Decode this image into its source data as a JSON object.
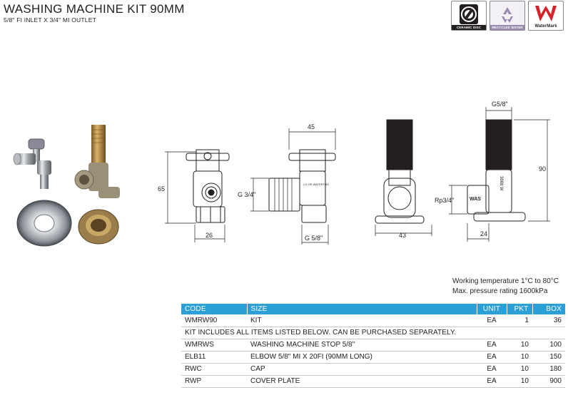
{
  "header": {
    "title": "WASHING MACHINE KIT 90MM",
    "subtitle": "5/8\" FI INLET X 3/4\" MI OUTLET"
  },
  "badges": [
    {
      "label": "CERAMIC DISC",
      "icon": "ceramic-disc-icon"
    },
    {
      "label": "RECYCLED WATER",
      "icon": "recycle-icon"
    },
    {
      "label": "WaterMark",
      "icon": "watermark-icon"
    }
  ],
  "drawing_labels": {
    "height_65": "65",
    "width_26": "26",
    "g_3_4": "G 3/4\"",
    "width_45": "45",
    "g_5_8": "G 5/8\"",
    "width_43": "43",
    "g5_8_top": "G5/8\"",
    "height_90": "90",
    "rp3_4": "Rp3/4\"",
    "width_24": "24",
    "engrave_was": "WAS",
    "engrave_side": "3888 W",
    "engrave_stop": "LO OR WATERTMS"
  },
  "specs": {
    "temperature": "Working temperature 1°C to 80°C",
    "pressure": "Max. pressure rating 1600kPa"
  },
  "table": {
    "headers": {
      "code": "CODE",
      "size": "SIZE",
      "unit": "UNIT",
      "pkt": "PKT",
      "box": "BOX"
    },
    "main": {
      "code": "WMRW90",
      "size": "KIT",
      "unit": "EA",
      "pkt": "1",
      "box": "36"
    },
    "note": "KIT INCLUDES ALL ITEMS LISTED BELOW. CAN BE PURCHASED SEPARATELY.",
    "rows": [
      {
        "code": "WMRWS",
        "size": "WASHING MACHINE STOP 5/8\"",
        "unit": "EA",
        "pkt": "10",
        "box": "100"
      },
      {
        "code": "ELB11",
        "size": "ELBOW 5/8\" MI X 20FI (90MM LONG)",
        "unit": "EA",
        "pkt": "10",
        "box": "150"
      },
      {
        "code": "RWC",
        "size": "CAP",
        "unit": "EA",
        "pkt": "10",
        "box": "180"
      },
      {
        "code": "RWP",
        "size": "COVER PLATE",
        "unit": "EA",
        "pkt": "10",
        "box": "900"
      }
    ]
  },
  "colors": {
    "table_header": "#2a9fd8",
    "text": "#231f20"
  }
}
